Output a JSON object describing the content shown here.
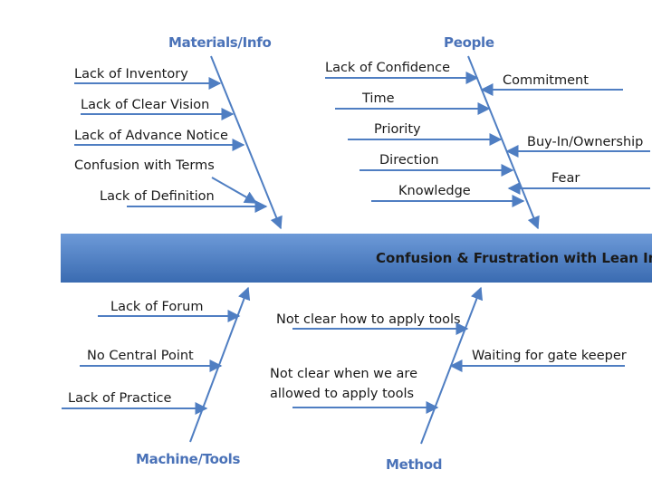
{
  "effect": "Confusion & Frustration with Lean Imp",
  "categories": {
    "materials": "Materials/Info",
    "people": "People",
    "machine": "Machine/Tools",
    "method": "Method"
  },
  "causes": {
    "materials": [
      "Lack of Inventory",
      "Lack of Clear Vision",
      "Lack of Advance Notice",
      "Confusion with Terms",
      "Lack of Definition"
    ],
    "people_left": [
      "Lack of Confidence",
      "Time",
      "Priority",
      "Direction",
      "Knowledge"
    ],
    "people_right": [
      "Commitment",
      "Buy-In/Ownership",
      "Fear"
    ],
    "machine": [
      "Lack of Forum",
      "No Central Point",
      "Lack of Practice"
    ],
    "method_left": [
      "Not clear how to apply tools",
      "Not clear when we are",
      "allowed to apply tools"
    ],
    "method_right": [
      "Waiting for gate keeper"
    ]
  },
  "colors": {
    "bone": "#4f7ec2",
    "spine_top": "#6d9ad8",
    "spine_bottom": "#3a6bb1",
    "category_text": "#4a72b8"
  }
}
